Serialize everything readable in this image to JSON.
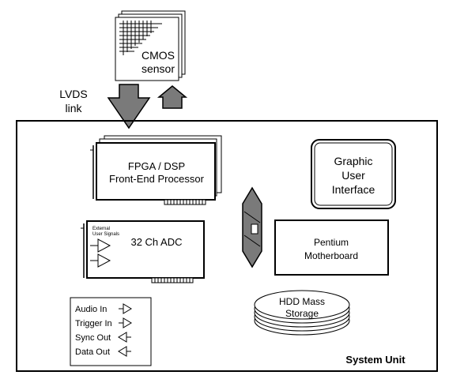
{
  "sensor": {
    "line1": "CMOS",
    "line2": "sensor"
  },
  "link": {
    "line1": "LVDS",
    "line2": "link"
  },
  "fpga": {
    "line1": "FPGA / DSP",
    "line2": "Front-End Processor"
  },
  "adc": {
    "title": "32 Ch ADC",
    "signals_line1": "External",
    "signals_line2": "User Signals"
  },
  "gui": {
    "line1": "Graphic",
    "line2": "User",
    "line3": "Interface"
  },
  "motherboard": {
    "line1": "Pentium",
    "line2": "Motherboard"
  },
  "storage": {
    "line1": "HDD Mass",
    "line2": "Storage"
  },
  "legend": {
    "items": [
      {
        "label": "Audio In"
      },
      {
        "label": "Trigger In"
      },
      {
        "label": "Sync Out"
      },
      {
        "label": "Data Out"
      }
    ]
  },
  "system_unit": {
    "label": "System Unit"
  },
  "colors": {
    "arrow_fill": "#7a7a7a",
    "line": "#000000",
    "background": "#ffffff"
  }
}
